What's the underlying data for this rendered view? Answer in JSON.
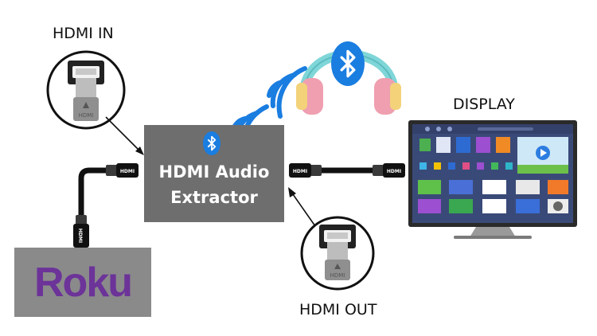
{
  "labels": {
    "hdmi_in": "HDMI IN",
    "hdmi_out": "HDMI OUT",
    "display": "DISPLAY",
    "extractor_line1": "HDMI Audio",
    "extractor_line2": "Extractor",
    "roku": "Roku",
    "port_text": "HDMI",
    "plug_text": "HDMI"
  },
  "icons": [
    "bluetooth-icon",
    "headphones-icon",
    "wireless-signal-icon",
    "tv-display-icon",
    "hdmi-port-icon",
    "hdmi-plug-icon"
  ],
  "colors": {
    "extractor_box": "#6e6e6e",
    "roku_box": "#8a8a8a",
    "roku_text": "#6c3399",
    "bluetooth_blue": "#1a7de0",
    "signal_blue": "#1a7de0",
    "cable": "#111111",
    "tv_screen": "#3a4a78",
    "headphone_band": "#7fd6d8",
    "headphone_pad_pink": "#ef9fb0",
    "headphone_pad_yellow": "#f3d27a"
  }
}
